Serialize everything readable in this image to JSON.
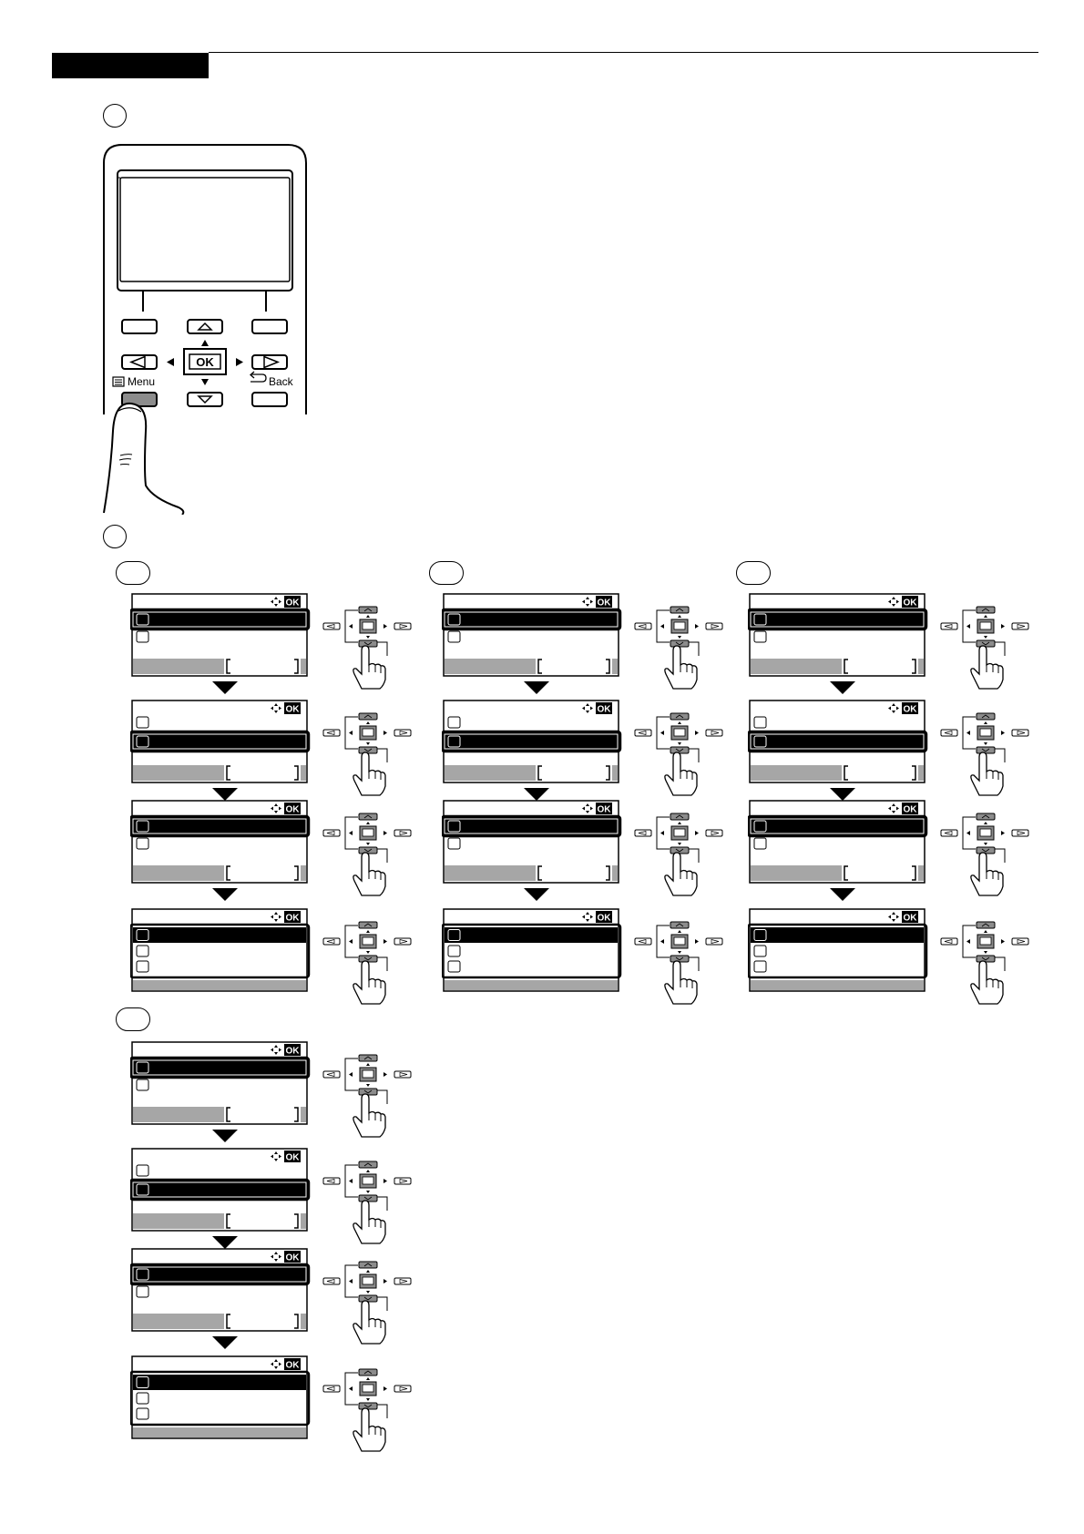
{
  "panel": {
    "menu_label": "Menu",
    "back_label": "Back",
    "ok_label": "OK"
  },
  "screen": {
    "ok_badge": "OK"
  },
  "icons": {
    "menu": "menu-list-icon",
    "back": "back-arrow-icon",
    "navigation": "four-way-arrows-icon",
    "hand": "pointing-hand-icon",
    "step_arrow": "triangle-down-icon"
  },
  "colors": {
    "ink": "#000000",
    "highlight": "#000000",
    "scrollbar_gray": "#a6a6a6",
    "button_gray": "#8c8c8c"
  }
}
